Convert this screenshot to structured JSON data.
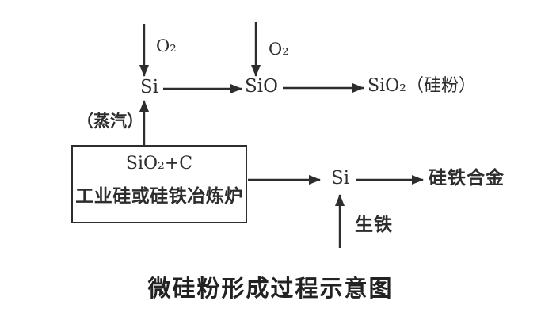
{
  "diagram": {
    "top_flow": {
      "o2_left": "O₂",
      "o2_right": "O₂",
      "si": "Si",
      "sio": "SiO",
      "sio2_product": "SiO₂（硅粉）"
    },
    "steam_label": "（蒸汽）",
    "furnace_box": {
      "line1": "SiO₂+C",
      "line2": "工业硅或硅铁冶炼炉"
    },
    "bottom_flow": {
      "si": "Si",
      "alloy": "硅铁合金",
      "pig_iron_label": "生铁"
    },
    "caption": "微硅粉形成过程示意图",
    "colors": {
      "ink": "#2d2d2d",
      "background": "#ffffff"
    }
  }
}
